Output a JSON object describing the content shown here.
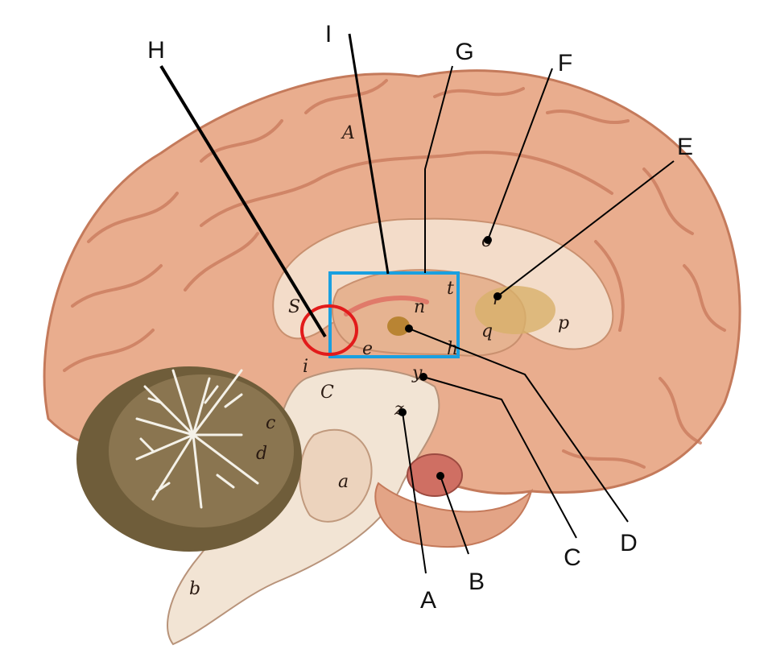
{
  "labels": {
    "A": "A",
    "B": "B",
    "C": "C",
    "D": "D",
    "E": "E",
    "F": "F",
    "G": "G",
    "H": "H",
    "I": "I"
  },
  "model_letters": {
    "A": "A",
    "S": "S",
    "t": "t",
    "r": "r",
    "o": "o",
    "p": "p",
    "q": "q",
    "n": "n",
    "e": "e",
    "i": "i",
    "C": "C",
    "c": "c",
    "d": "d",
    "a": "a",
    "b": "b",
    "y": "y",
    "z": "z",
    "h": "h"
  },
  "colors": {
    "cortex": "#e7a88a",
    "sulcus": "#c9795a",
    "white_matter": "#f1d7c3",
    "cerebellum_dark": "#7b6a44",
    "box": "#1aa0e0",
    "circle": "#e21b1b"
  }
}
